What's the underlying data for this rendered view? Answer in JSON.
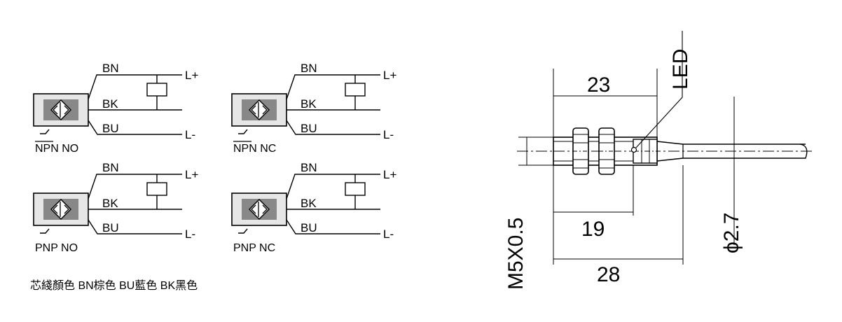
{
  "wiring": {
    "diagrams": [
      {
        "caption": "NPN NO",
        "wires": [
          "BN",
          "BK",
          "BU"
        ],
        "terminals": [
          "L+",
          "L-"
        ]
      },
      {
        "caption": "NPN NC",
        "wires": [
          "BN",
          "BK",
          "BU"
        ],
        "terminals": [
          "L+",
          "L-"
        ]
      },
      {
        "caption": "PNP NO",
        "wires": [
          "BN",
          "BK",
          "BU"
        ],
        "terminals": [
          "L+",
          "L-"
        ]
      },
      {
        "caption": "PNP NC",
        "wires": [
          "BN",
          "BK",
          "BU"
        ],
        "terminals": [
          "L+",
          "L-"
        ]
      }
    ],
    "legend": "芯綫顏色 BN棕色 BU藍色 BK黑色"
  },
  "drawing": {
    "led_label": "LED",
    "dim_23": "23",
    "dim_19": "19",
    "dim_28": "28",
    "thread": "M5X0.5",
    "cable_dia": "ϕ2.7"
  }
}
